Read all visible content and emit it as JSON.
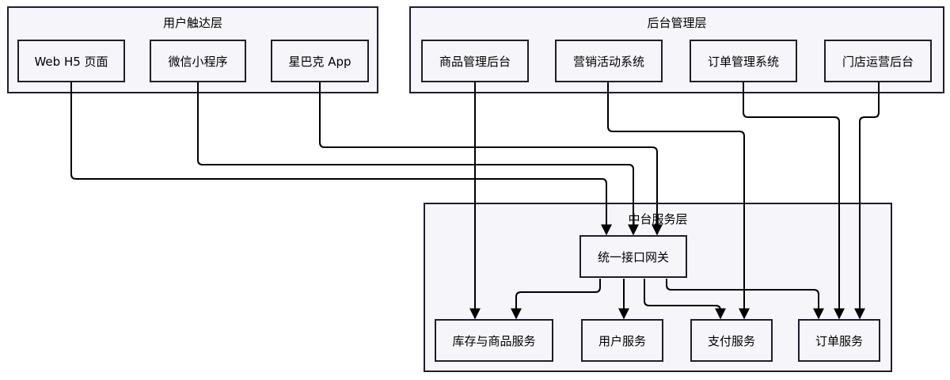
{
  "groups": {
    "touch": {
      "title": "用户触达层"
    },
    "admin": {
      "title": "后台管理层"
    },
    "middle": {
      "title": "中台服务层"
    }
  },
  "nodes": {
    "web_h5": "Web H5 页面",
    "wechat_mini": "微信小程序",
    "starbucks_app": "星巴克 App",
    "product_admin": "商品管理后台",
    "marketing": "营销活动系统",
    "order_mgmt": "订单管理系统",
    "store_ops": "门店运营后台",
    "gateway": "统一接口网关",
    "inventory_service": "库存与商品服务",
    "user_service": "用户服务",
    "payment_service": "支付服务",
    "order_service": "订单服务"
  },
  "colors": {
    "border": "#1e1e2e",
    "fill": "#f6f5f9",
    "edge": "#000000"
  }
}
